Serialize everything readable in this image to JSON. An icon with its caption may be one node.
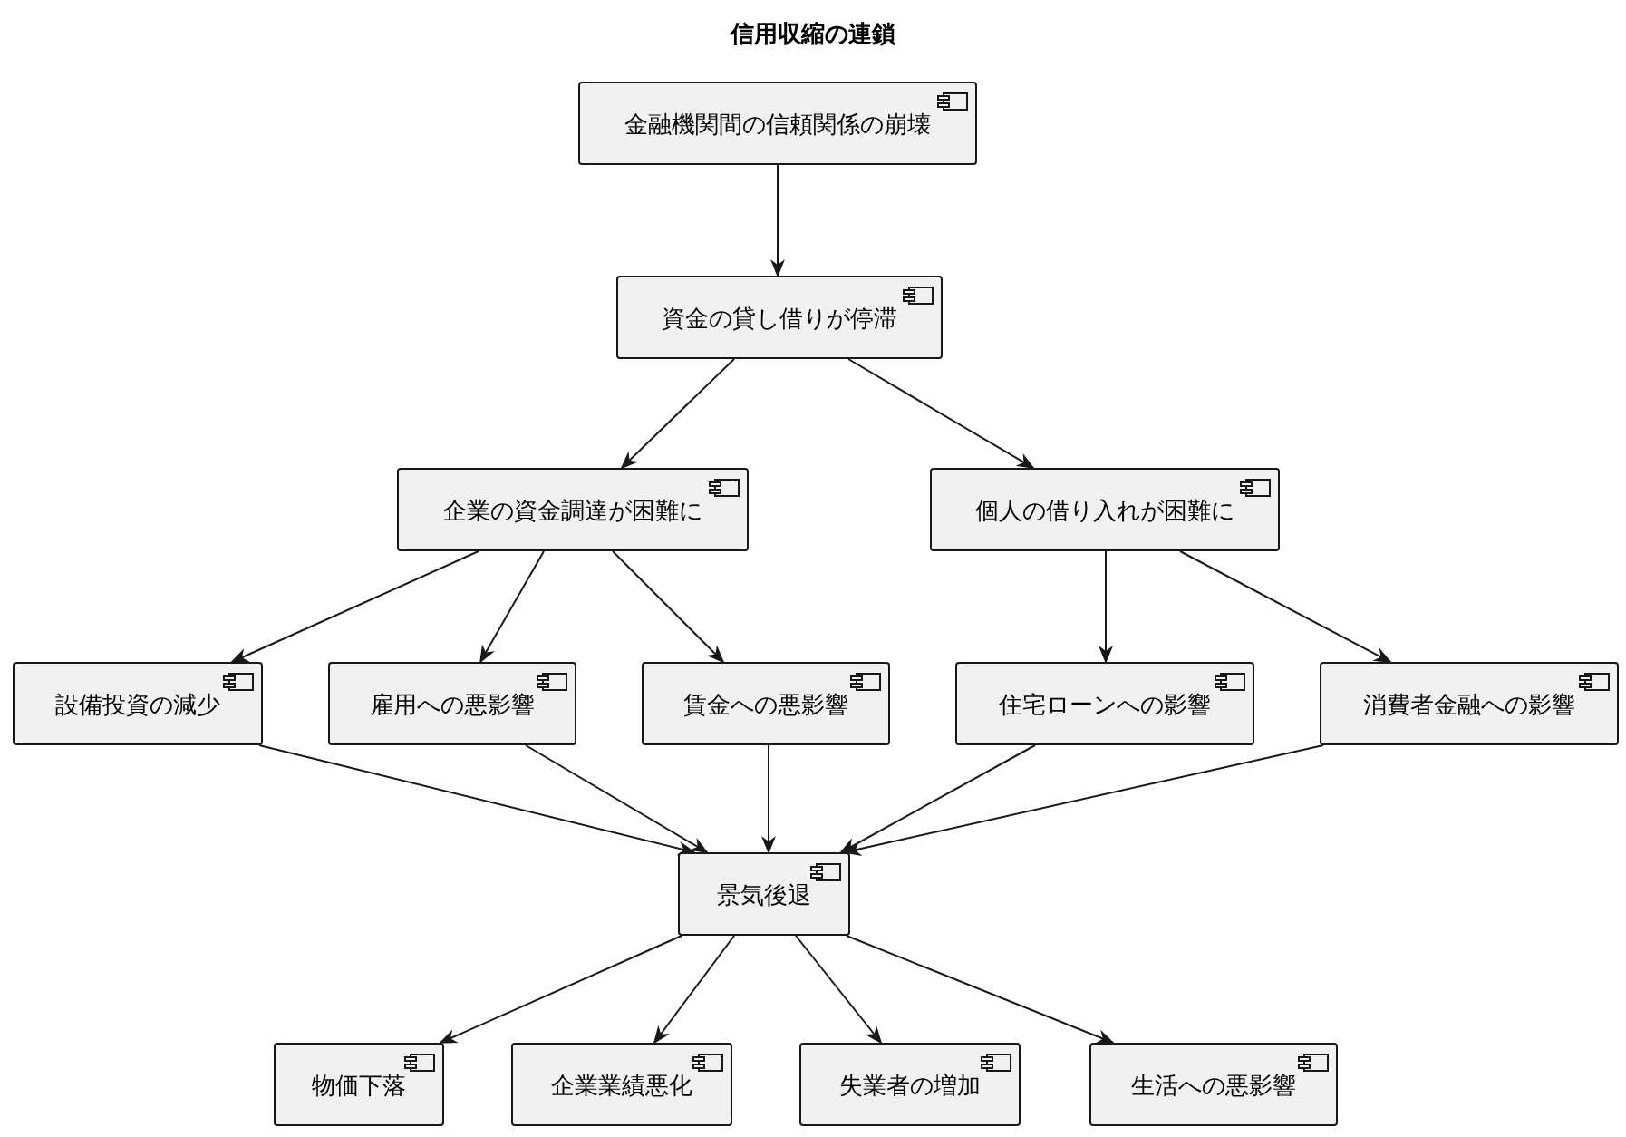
{
  "diagram": {
    "title": "信用収縮の連鎖",
    "nodes": [
      {
        "text": [
          "金融機関間の信頼関係の崩壊"
        ]
      },
      {
        "text": [
          "資金の貸し借りが停滞"
        ]
      },
      {
        "text": [
          "企業の資金調達が困難に"
        ]
      },
      {
        "text": [
          "個人の借り入れが困難に"
        ]
      },
      {
        "text": [
          "設備投資の減少"
        ]
      },
      {
        "text": [
          "雇用への悪影響"
        ]
      },
      {
        "text": [
          "賃金への悪影響"
        ]
      },
      {
        "text": [
          "住宅ローンへの影響"
        ]
      },
      {
        "text": [
          "消費者金融への影響"
        ]
      },
      {
        "text": [
          "景気後退"
        ]
      },
      {
        "text": [
          "物価下落"
        ]
      },
      {
        "text": [
          "企業業績悪化"
        ]
      },
      {
        "text": [
          "失業者の増加"
        ]
      },
      {
        "text": [
          "生活への悪影響"
        ]
      }
    ],
    "edges": [
      {
        "from": 0,
        "to": 1,
        "arrow": "to"
      },
      {
        "from": 1,
        "to": 2,
        "arrow": "to"
      },
      {
        "from": 1,
        "to": 3,
        "arrow": "to"
      },
      {
        "from": 2,
        "to": 4,
        "arrow": "to"
      },
      {
        "from": 2,
        "to": 5,
        "arrow": "to"
      },
      {
        "from": 2,
        "to": 6,
        "arrow": "to"
      },
      {
        "from": 3,
        "to": 7,
        "arrow": "to"
      },
      {
        "from": 3,
        "to": 8,
        "arrow": "to"
      },
      {
        "from": 4,
        "to": 9,
        "arrow": "to"
      },
      {
        "from": 5,
        "to": 9,
        "arrow": "to"
      },
      {
        "from": 6,
        "to": 9,
        "arrow": "to"
      },
      {
        "from": 7,
        "to": 9,
        "arrow": "to"
      },
      {
        "from": 8,
        "to": 9,
        "arrow": "to"
      },
      {
        "from": 9,
        "to": 10,
        "arrow": "to"
      },
      {
        "from": 9,
        "to": 11,
        "arrow": "to"
      },
      {
        "from": 9,
        "to": 12,
        "arrow": "to"
      },
      {
        "from": 9,
        "to": 13,
        "arrow": "to"
      }
    ]
  }
}
